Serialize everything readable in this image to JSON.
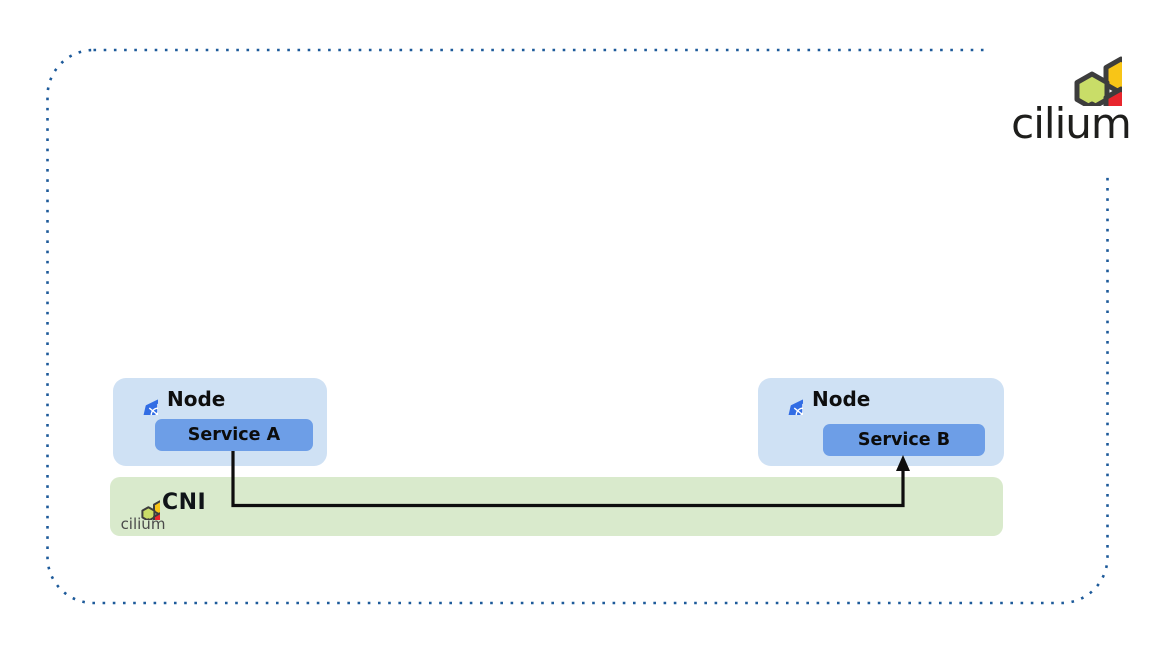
{
  "brand": {
    "wordmark": "cilium"
  },
  "diagram": {
    "node_left": {
      "label": "Node",
      "service_label": "Service A"
    },
    "node_right": {
      "label": "Node",
      "service_label": "Service B"
    },
    "cni_bar": {
      "label": "CNI",
      "brand_caption": "cilium"
    },
    "arrow": {
      "from": "Service A",
      "to": "Service B",
      "via": "CNI"
    }
  },
  "colors": {
    "background": "#ffffff",
    "border_dots": "#1d5a9a",
    "node_fill": "#cfe1f4",
    "service_fill": "#6d9ee7",
    "cni_fill": "#d9eacc",
    "kubernetes_blue": "#326de4",
    "arrow": "#0d0d0d",
    "wordmark_text": "#1e1e1c",
    "cilium_hex_yellow": "#f8c517",
    "cilium_hex_light_green": "#c9dd68",
    "cilium_hex_orange": "#ef7423",
    "cilium_hex_red": "#e8262d",
    "cilium_hex_green": "#8ac441",
    "cilium_hex_purple": "#8161ab",
    "cilium_hex_blue": "#6090d1",
    "cilium_hex_outline": "#3d3d3d"
  }
}
